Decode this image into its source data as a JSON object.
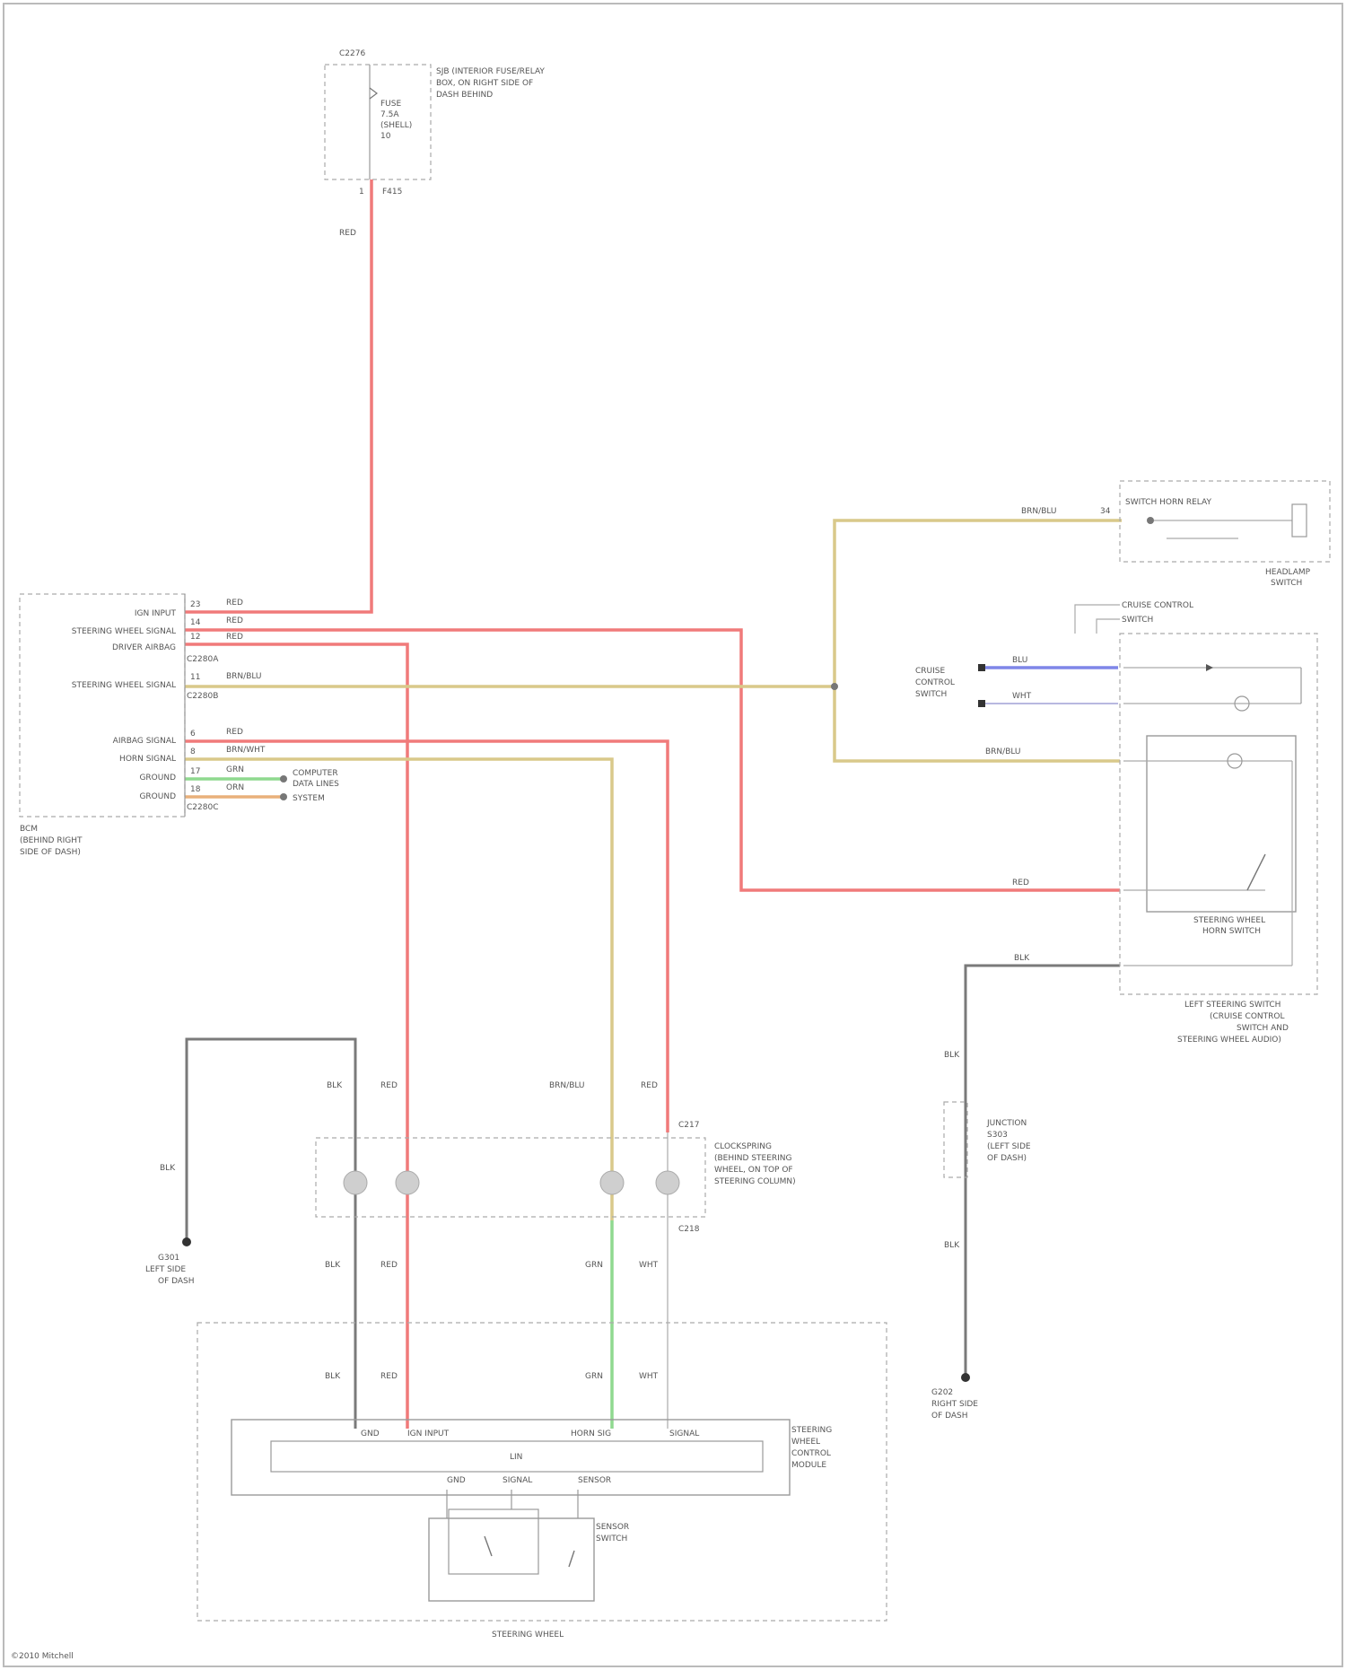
{
  "colors": {
    "wire_red": "#f07a7a",
    "wire_tan": "#d9c98a",
    "wire_blue": "#7f86e8",
    "wire_green": "#8fd98f",
    "wire_gray": "#7a7a7a",
    "wire_orange": "#e9b07a"
  },
  "fuse_box": {
    "id": "C2276",
    "desc": [
      "SJB (INTERIOR FUSE/RELAY",
      "BOX, ON RIGHT SIDE OF",
      "DASH BEHIND"
    ],
    "fuse": [
      "FUSE",
      "7.5A",
      "(SHELL)",
      "10"
    ],
    "pin": "1",
    "pin_id": "F415",
    "wire": "RED"
  },
  "module_left": {
    "name": [
      "BCM",
      "(BEHIND RIGHT",
      "SIDE OF DASH)"
    ],
    "rows": [
      {
        "label": "IGN INPUT",
        "pin": "23",
        "wire": "RED"
      },
      {
        "label": "STEERING WHEEL SIGNAL",
        "pin": "14",
        "wire": "RED"
      },
      {
        "label": "DRIVER AIRBAG",
        "pin": "12",
        "wire": "RED"
      },
      {
        "label": "STEERING WHEEL SIGNAL",
        "pin": "11",
        "wire": "BRN/BLU"
      },
      {
        "label": "AIRBAG SIGNAL",
        "pin": "6",
        "wire": "RED"
      },
      {
        "label": "HORN SIGNAL",
        "pin": "8",
        "wire": "BRN/WHT"
      },
      {
        "label": "GROUND",
        "pin": "17",
        "wire": "GRN"
      },
      {
        "label": "GROUND",
        "pin": "18",
        "wire": "ORN"
      }
    ],
    "connector_ids": [
      "C2280A",
      "C2280B",
      "C2280C"
    ],
    "to_label": [
      "COMPUTER",
      "DATA LINES"
    ],
    "to_label2": "SYSTEM"
  },
  "horn_relay": {
    "label": "SWITCH HORN RELAY",
    "caption": [
      "HEADLAMP",
      "SWITCH"
    ],
    "wire": "BRN/BLU",
    "pin": "34"
  },
  "steering_switch": {
    "top_labels": [
      "CRUISE CONTROL",
      "SWITCH"
    ],
    "cruise_labels": [
      "CRUISE",
      "CONTROL",
      "SWITCH"
    ],
    "wire_blue": "BLU",
    "wire_gray": "WHT",
    "wire_tan": "BRN/BLU",
    "wire_red": "RED",
    "wire_gnd": "BLK",
    "inner_caption": [
      "STEERING WHEEL",
      "HORN SWITCH"
    ],
    "caption": [
      "LEFT STEERING SWITCH",
      "(CRUISE CONTROL",
      "SWITCH AND",
      "STEERING WHEEL AUDIO)"
    ]
  },
  "clockspring": {
    "label": [
      "CLOCKSPRING",
      "(BEHIND STEERING",
      "WHEEL, ON TOP OF",
      "STEERING COLUMN)"
    ],
    "top_wires": [
      "BLK",
      "RED",
      "BRN/BLU",
      "RED"
    ],
    "bottom_wires": [
      "BLK",
      "RED",
      "GRN",
      "WHT"
    ],
    "pin_right": "C218",
    "pin_right_top": "C217"
  },
  "ground_left": {
    "label": [
      "G301",
      "LEFT SIDE",
      "OF DASH"
    ],
    "wire": "BLK"
  },
  "ground_right": {
    "label": [
      "G202",
      "RIGHT SIDE",
      "OF DASH"
    ],
    "wire": "BLK"
  },
  "splice": {
    "label": [
      "JUNCTION",
      "S303",
      "(LEFT SIDE",
      "OF DASH)"
    ]
  },
  "steering_module": {
    "wires": [
      "BLK",
      "RED",
      "GRN",
      "WHT"
    ],
    "pins": [
      "GND",
      "IGN INPUT",
      "HORN SIG",
      "SIGNAL"
    ],
    "center": "LIN",
    "mid": [
      "GND",
      "SIGNAL",
      "SENSOR"
    ],
    "label": [
      "STEERING",
      "WHEEL",
      "CONTROL",
      "MODULE"
    ],
    "sensor_label": [
      "SENSOR",
      "SWITCH"
    ],
    "caption": "STEERING WHEEL"
  },
  "footer": "©2010 Mitchell"
}
